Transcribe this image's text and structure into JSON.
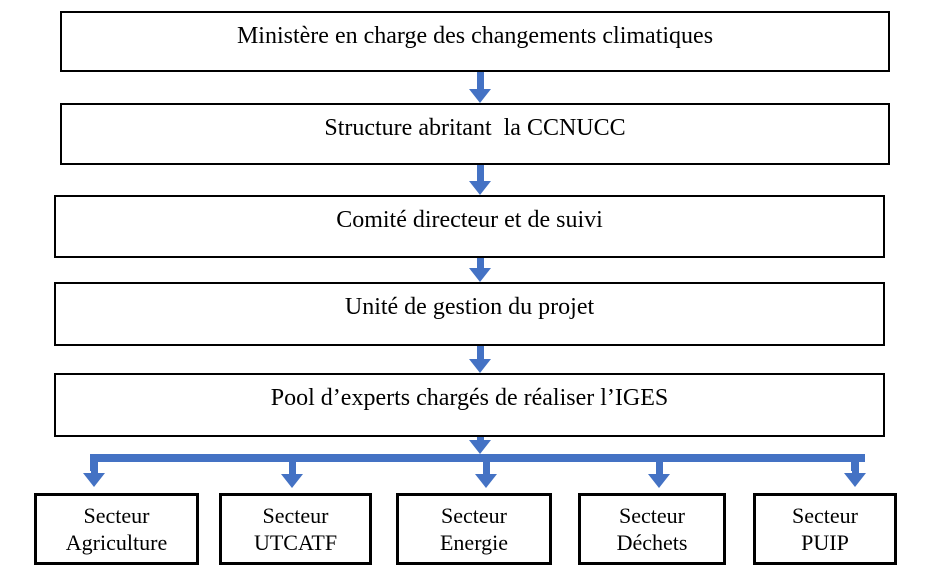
{
  "page": {
    "background": "#ffffff",
    "description_type": "organisational-flowchart"
  },
  "colors": {
    "arrow_blue": "#4472C4",
    "box_border": "#000000",
    "text": "#000000"
  },
  "flow": {
    "levels": [
      {
        "label": "Ministère en charge des changements climatiques"
      },
      {
        "label": "Structure abritant  la CCNUCC"
      },
      {
        "label": "Comité directeur et de suivi"
      },
      {
        "label": "Unité de gestion du projet"
      },
      {
        "label": "Pool d’experts chargés de réaliser l’IGES"
      }
    ],
    "sectors": [
      {
        "line1": "Secteur",
        "line2": "Agriculture"
      },
      {
        "line1": "Secteur",
        "line2": "UTCATF"
      },
      {
        "line1": "Secteur",
        "line2": "Energie"
      },
      {
        "line1": "Secteur",
        "line2": "Déchets"
      },
      {
        "line1": "Secteur",
        "line2": "PUIP"
      }
    ]
  }
}
